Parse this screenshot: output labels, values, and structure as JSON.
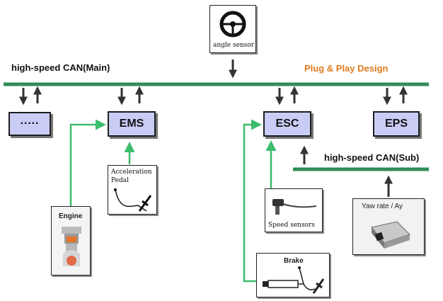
{
  "main_bus": {
    "label": "high-speed CAN(Main)",
    "color": "#2e8b57"
  },
  "sub_bus": {
    "label": "high-speed CAN(Sub)",
    "color": "#2e8b57"
  },
  "design_label": "Plug & Play Design",
  "ecus": {
    "other": "·····",
    "ems": "EMS",
    "esc": "ESC",
    "eps": "EPS"
  },
  "sensors": {
    "angle": "angle sensor",
    "acceleration_line1": "Acceleration",
    "acceleration_line2": "Pedal",
    "engine": "Engine",
    "speed": "Speed sensors",
    "brake": "Brake",
    "yaw": "Yaw rate / Ay"
  },
  "colors": {
    "ecu_fill": "#c9cdf6",
    "signal_line": "#3cbc6e",
    "design_label": "#e07a1e"
  }
}
